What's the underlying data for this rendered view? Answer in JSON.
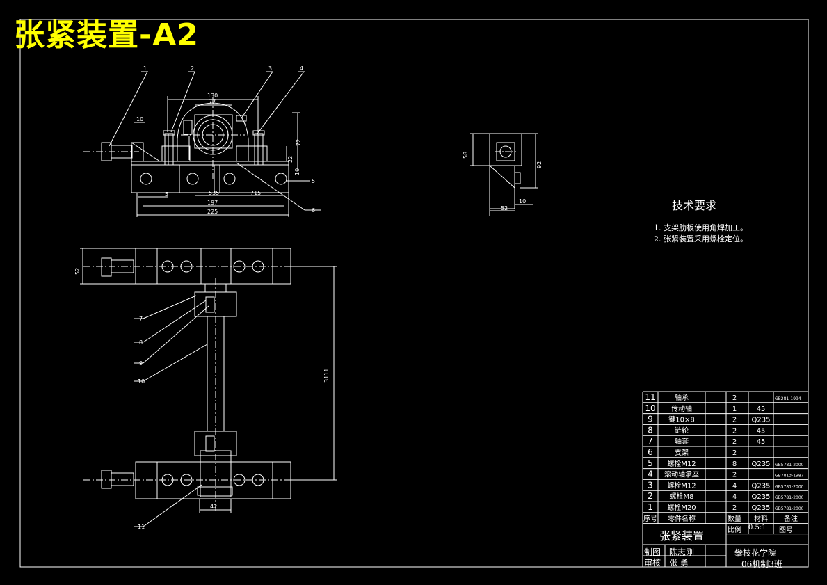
{
  "title": "张紧装置-A2",
  "technical": {
    "heading": "技术要求",
    "notes": [
      "1. 支架肋板使用角焊加工。",
      "2. 张紧装置采用螺栓定位。"
    ]
  },
  "dims": {
    "d130": "130",
    "d77": "77",
    "d10a": "10",
    "d72": "72",
    "d22": "22",
    "d10b": "10",
    "d5": "5",
    "d535": "535",
    "d715": "715",
    "d197": "197",
    "d225": "225",
    "d58": "58",
    "d92": "92",
    "d52a": "52",
    "d10c": "10",
    "d52b": "52",
    "d3111": "3111",
    "d42": "42"
  },
  "balloons": [
    "1",
    "2",
    "3",
    "4",
    "5",
    "6",
    "7",
    "8",
    "9",
    "10",
    "11"
  ],
  "bom": {
    "rows": [
      {
        "no": "11",
        "name": "轴承",
        "qty": "2",
        "mat": "",
        "note": "GB281-1994"
      },
      {
        "no": "10",
        "name": "传动轴",
        "qty": "1",
        "mat": "45",
        "note": ""
      },
      {
        "no": "9",
        "name": "键10×8",
        "qty": "2",
        "mat": "Q235",
        "note": ""
      },
      {
        "no": "8",
        "name": "链轮",
        "qty": "2",
        "mat": "45",
        "note": ""
      },
      {
        "no": "7",
        "name": "轴套",
        "qty": "2",
        "mat": "45",
        "note": ""
      },
      {
        "no": "6",
        "name": "支架",
        "qty": "2",
        "mat": "",
        "note": ""
      },
      {
        "no": "5",
        "name": "螺栓M12",
        "qty": "8",
        "mat": "Q235",
        "note": "GB5781-2000"
      },
      {
        "no": "4",
        "name": "滚动轴承座",
        "qty": "2",
        "mat": "",
        "note": "GB7813-1987"
      },
      {
        "no": "3",
        "name": "螺栓M12",
        "qty": "4",
        "mat": "Q235",
        "note": "GB5781-2000"
      },
      {
        "no": "2",
        "name": "螺栓M8",
        "qty": "4",
        "mat": "Q235",
        "note": "GB5781-2000"
      },
      {
        "no": "1",
        "name": "螺栓M20",
        "qty": "2",
        "mat": "Q235",
        "note": "GB5781-2000"
      }
    ],
    "header": {
      "no": "序号",
      "name": "零件名称",
      "qty": "数量",
      "mat": "材料",
      "note": "备注"
    }
  },
  "titleblock": {
    "drawing_name": "张紧装置",
    "scale_label": "比例",
    "scale": "0.5:1",
    "drawing_no_label": "图号",
    "drawn_label": "制图",
    "drawn_by": "陈志刚",
    "checked_label": "审核",
    "checked_by": "张 勇",
    "school": "攀枝花学院",
    "class": "06机制3班"
  },
  "colors": {
    "line": "#ffffff",
    "title": "#ffff00",
    "background": "#000000"
  }
}
